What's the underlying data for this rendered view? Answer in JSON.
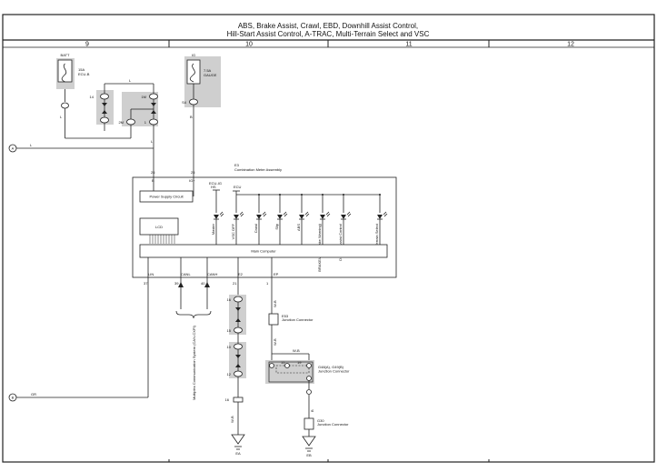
{
  "title": {
    "line1": "ABS, Brake Assist, Crawl, EBD, Downhill Assist Control,",
    "line2": "Hill-Start Assist Control, A-TRAC, Multi-Terrain Select and VSC"
  },
  "columns": [
    "9",
    "10",
    "11",
    "12"
  ],
  "fuses": [
    {
      "id": "batt",
      "name": "BATT",
      "rating": "15A",
      "label": "ECU-B"
    },
    {
      "id": "ig",
      "name": "IG",
      "rating": "7.5A",
      "label": "GAUGE"
    }
  ],
  "offpage": [
    "A",
    "B"
  ],
  "pin_labels": {
    "c1": "14",
    "c2": "1M",
    "c3": "2M",
    "c4": "1",
    "c5": "1B",
    "c6": "S4",
    "c7": "16",
    "c8": "15",
    "c9": "E",
    "c10": "F",
    "c11": "M",
    "c12": "F"
  },
  "wire_colors": {
    "l1": "L",
    "l2": "L",
    "l3": "L",
    "l4": "L",
    "gr": "GR",
    "b": "B",
    "wb1": "W-B",
    "wb2": "W-B",
    "wb3": "W-B",
    "wb4": "W-B",
    "b2": "B"
  },
  "meter": {
    "ref": "E3",
    "name": "Combination Meter Assembly",
    "top_pins": {
      "b": "B",
      "ig": "IG+",
      "n_b": "26",
      "n_ig": "25"
    },
    "ecu_ig": "ECU-IG",
    "ecu_ig_sub": "HS",
    "ecu_ig2": "ECU",
    "psc": "Power Supply Circuit",
    "lcd": "LCD",
    "main_computer": "Main Computer",
    "leds": [
      "Master",
      "VSC OFF",
      "Crawl",
      "Slip",
      "ABS",
      "BRAKE/ABS (Brake Warning)",
      "Downhill Assist Control",
      "Multi-Terrain Select"
    ],
    "bottom_pins": [
      {
        "name": "LIN",
        "num": "37"
      },
      {
        "name": "CANL",
        "num": "39"
      },
      {
        "name": "CANH",
        "num": "40"
      },
      {
        "name": "E2",
        "num": "21"
      },
      {
        "name": "EP",
        "num": "1"
      }
    ]
  },
  "bus_note": "Multiplex Communication System (CAN-CXPI)",
  "junctions": [
    {
      "id": "j1",
      "ref": "E53",
      "label": "Junction Connector"
    },
    {
      "id": "j2",
      "ref": "G48(A), G49(B)",
      "label": "Junction Connector"
    },
    {
      "id": "j3",
      "ref": "G30",
      "label": "Junction Connector"
    }
  ],
  "pins_misc": {
    "p1": "10",
    "p2": "12",
    "p3": "16",
    "p4": "15",
    "p5": "19",
    "p6": "3",
    "p7": "4",
    "p8": "E"
  },
  "grounds": [
    "EA",
    "EB"
  ]
}
